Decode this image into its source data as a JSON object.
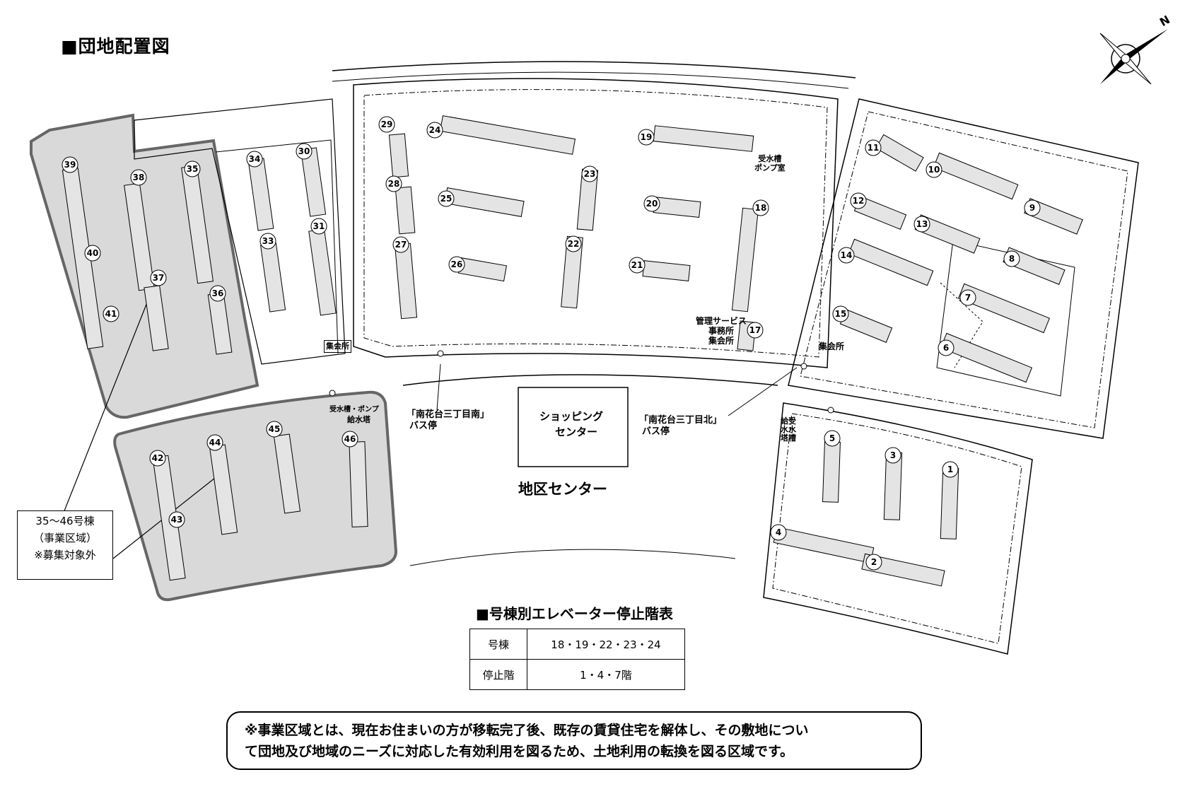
{
  "title": "■団地配置図",
  "callout": {
    "line1": "35～46号棟",
    "line2": "（事業区域）",
    "line3": "※募集対象外"
  },
  "district_center": "地区センター",
  "shopping_center": [
    "ショッピング",
    "センター"
  ],
  "bus_stop_south": [
    "「南花台三丁目南」",
    "バス停"
  ],
  "bus_stop_north": [
    "「南花台三丁目北」",
    "バス停"
  ],
  "facilities": {
    "meeting_hall": "集会所",
    "meeting_hall_east": "集会所",
    "management_office": [
      "管理サービス",
      "事務所",
      "集会所"
    ],
    "water_tank_pump_room": [
      "受水槽",
      "ポンプ室"
    ],
    "water_tank_pump_sw": "受水槽・ポンプ",
    "water_tower": "給水塔",
    "water_tower_se": [
      "給",
      "受",
      "水",
      "水",
      "塔",
      "槽"
    ]
  },
  "buildings": [
    "1",
    "2",
    "3",
    "4",
    "5",
    "6",
    "7",
    "8",
    "9",
    "10",
    "11",
    "12",
    "13",
    "14",
    "15",
    "17",
    "18",
    "19",
    "20",
    "21",
    "22",
    "23",
    "24",
    "25",
    "26",
    "27",
    "28",
    "29",
    "30",
    "31",
    "33",
    "34",
    "35",
    "36",
    "37",
    "38",
    "39",
    "40",
    "41",
    "42",
    "43",
    "44",
    "45",
    "46"
  ],
  "compass": {
    "north": "N"
  },
  "elevator_table": {
    "title": "■号棟別エレベーター停止階表",
    "rows": [
      {
        "header": "号棟",
        "value": "18・19・22・23・24"
      },
      {
        "header": "停止階",
        "value": "1・4・7階"
      }
    ]
  },
  "note": {
    "line1": "※事業区域とは、現在お住まいの方が移転完了後、既存の賃貸住宅を解体し、その敷地につい",
    "line2": "て団地及び地域のニーズに対応した有効利用を図るため、土地利用の転換を図る区域です。"
  },
  "colors": {
    "business_area_fill": "#d9d9d9",
    "building_fill": "#e4e4e4",
    "line": "#000000"
  }
}
